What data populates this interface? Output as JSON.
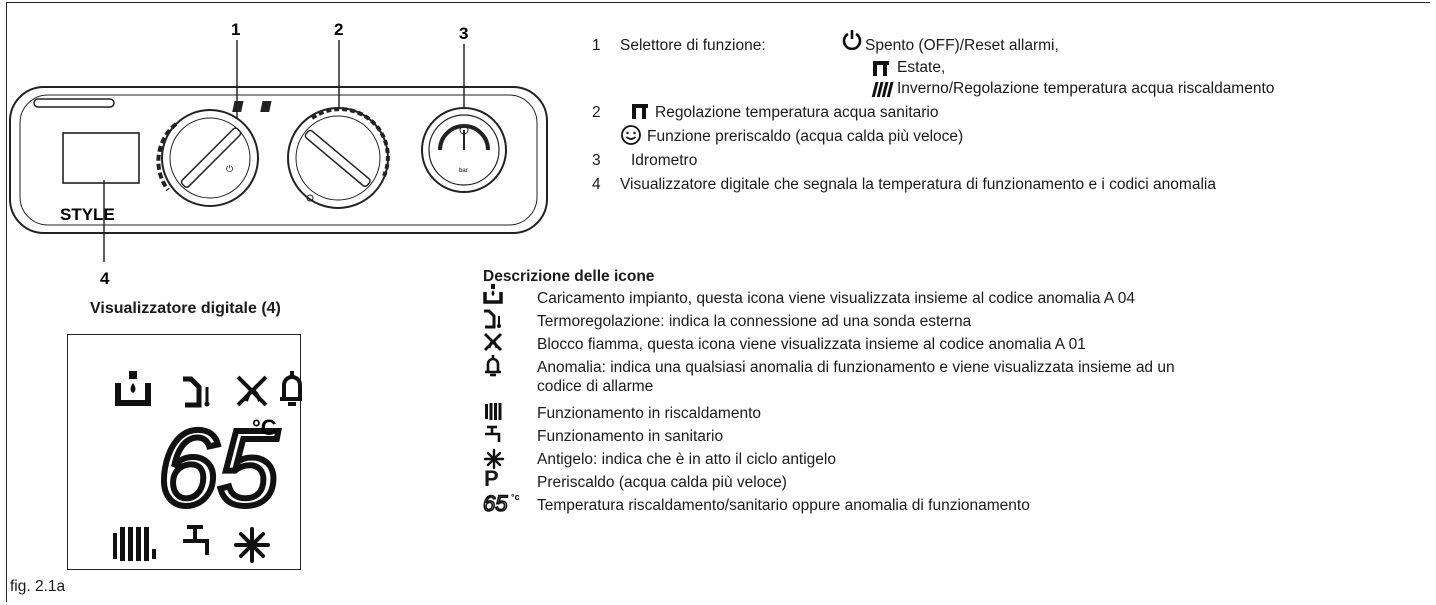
{
  "callouts": {
    "n1": "1",
    "n2": "2",
    "n3": "3",
    "n4": "4"
  },
  "panel": {
    "brand": "STYLE"
  },
  "display": {
    "title": "Visualizzatore digitale (4)",
    "temperature": "65",
    "unit": "°C"
  },
  "legend": {
    "item1_num": "1",
    "item1_label": "Selettore di funzione:",
    "item1_off": "Spento (OFF)/Reset allarmi,",
    "item1_summer": "Estate,",
    "item1_winter": "Inverno/Regolazione temperatura acqua riscaldamento",
    "item2_num": "2",
    "item2_dhw": "Regolazione temperatura acqua sanitario",
    "item2_preheat": "Funzione preriscaldo (acqua calda più veloce)",
    "item3_num": "3",
    "item3_label": "Idrometro",
    "item4_num": "4",
    "item4_label": "Visualizzatore digitale che segnala la temperatura di funzionamento e i codici anomalia"
  },
  "icons_section": {
    "title": "Descrizione delle icone",
    "items": [
      {
        "icon": "system-fill-icon",
        "text": "Caricamento impianto, questa icona viene visualizzata insieme al codice anomalia A 04"
      },
      {
        "icon": "thermoregulation-icon",
        "text": "Termoregolazione: indica la connessione ad una sonda esterna"
      },
      {
        "icon": "flame-block-icon",
        "text": "Blocco fiamma, questa icona viene visualizzata insieme al codice anomalia A 01"
      },
      {
        "icon": "bell-alarm-icon",
        "text": "Anomalia: indica una qualsiasi anomalia di funzionamento e viene visualizzata  insieme ad un",
        "text2": "codice di allarme"
      },
      {
        "icon": "radiator-icon",
        "text": "Funzionamento in riscaldamento"
      },
      {
        "icon": "tap-icon",
        "text": "Funzionamento in sanitario"
      },
      {
        "icon": "snowflake-icon",
        "text": "Antigelo: indica che è in atto il ciclo antigelo"
      },
      {
        "icon": "preheat-p-icon",
        "text": "Preriscaldo (acqua calda più veloce)"
      },
      {
        "icon": "temperature-65-icon",
        "text": "Temperatura riscaldamento/sanitario oppure anomalia di funzionamento"
      }
    ]
  },
  "caption": "fig. 2.1a",
  "colors": {
    "ink": "#1a1a1a",
    "panel_stroke": "#222222"
  }
}
